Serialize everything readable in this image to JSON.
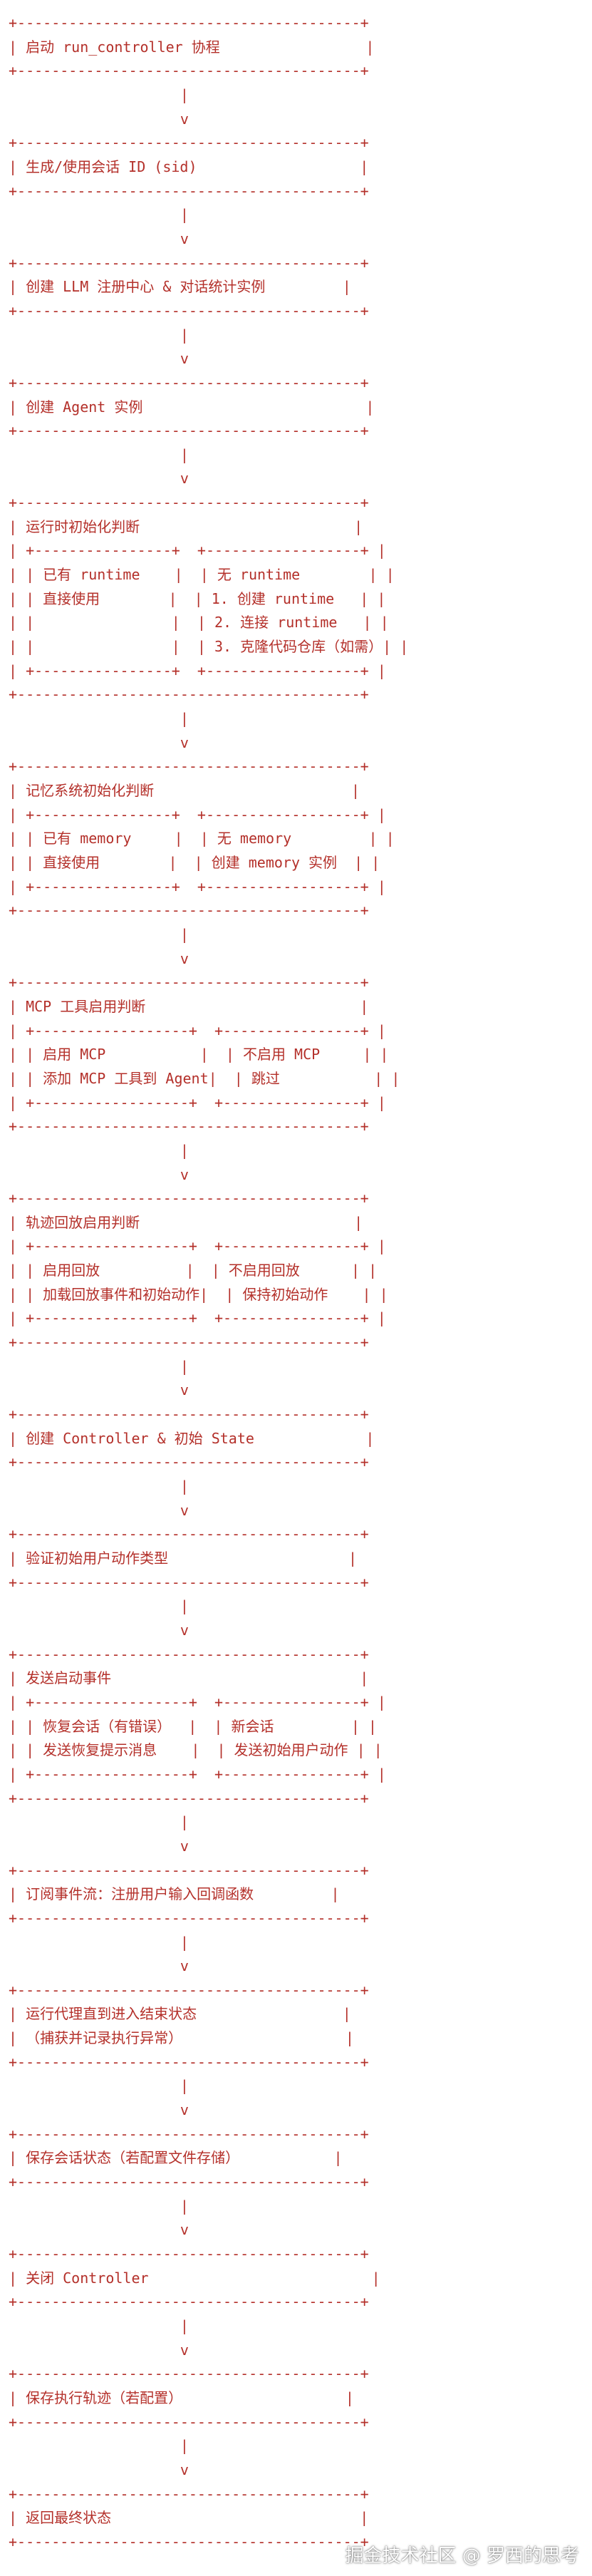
{
  "diagram_lines": [
    "+----------------------------------------+",
    "| 启动 run_controller 协程                 |",
    "+----------------------------------------+",
    "                    |",
    "                    v",
    "+----------------------------------------+",
    "| 生成/使用会话 ID (sid)                   |",
    "+----------------------------------------+",
    "                    |",
    "                    v",
    "+----------------------------------------+",
    "| 创建 LLM 注册中心 & 对话统计实例         |",
    "+----------------------------------------+",
    "                    |",
    "                    v",
    "+----------------------------------------+",
    "| 创建 Agent 实例                          |",
    "+----------------------------------------+",
    "                    |",
    "                    v",
    "+----------------------------------------+",
    "| 运行时初始化判断                         |",
    "| +----------------+  +------------------+ |",
    "| | 已有 runtime    |  | 无 runtime        | |",
    "| | 直接使用        |  | 1. 创建 runtime   | |",
    "| |                |  | 2. 连接 runtime   | |",
    "| |                |  | 3. 克隆代码仓库（如需）| |",
    "| +----------------+  +------------------+ |",
    "+----------------------------------------+",
    "                    |",
    "                    v",
    "+----------------------------------------+",
    "| 记忆系统初始化判断                       |",
    "| +----------------+  +------------------+ |",
    "| | 已有 memory     |  | 无 memory         | |",
    "| | 直接使用        |  | 创建 memory 实例  | |",
    "| +----------------+  +------------------+ |",
    "+----------------------------------------+",
    "                    |",
    "                    v",
    "+----------------------------------------+",
    "| MCP 工具启用判断                         |",
    "| +------------------+  +----------------+ |",
    "| | 启用 MCP           |  | 不启用 MCP     | |",
    "| | 添加 MCP 工具到 Agent|  | 跳过           | |",
    "| +------------------+  +----------------+ |",
    "+----------------------------------------+",
    "                    |",
    "                    v",
    "+----------------------------------------+",
    "| 轨迹回放启用判断                         |",
    "| +------------------+  +----------------+ |",
    "| | 启用回放          |  | 不启用回放      | |",
    "| | 加载回放事件和初始动作|  | 保持初始动作    | |",
    "| +------------------+  +----------------+ |",
    "+----------------------------------------+",
    "                    |",
    "                    v",
    "+----------------------------------------+",
    "| 创建 Controller & 初始 State             |",
    "+----------------------------------------+",
    "                    |",
    "                    v",
    "+----------------------------------------+",
    "| 验证初始用户动作类型                     |",
    "+----------------------------------------+",
    "                    |",
    "                    v",
    "+----------------------------------------+",
    "| 发送启动事件                             |",
    "| +------------------+  +----------------+ |",
    "| | 恢复会话（有错误）  |  | 新会话         | |",
    "| | 发送恢复提示消息    |  | 发送初始用户动作 | |",
    "| +------------------+  +----------------+ |",
    "+----------------------------------------+",
    "                    |",
    "                    v",
    "+----------------------------------------+",
    "| 订阅事件流：注册用户输入回调函数         |",
    "+----------------------------------------+",
    "                    |",
    "                    v",
    "+----------------------------------------+",
    "| 运行代理直到进入结束状态                 |",
    "| （捕获并记录执行异常）                   |",
    "+----------------------------------------+",
    "                    |",
    "                    v",
    "+----------------------------------------+",
    "| 保存会话状态（若配置文件存储）           |",
    "+----------------------------------------+",
    "                    |",
    "                    v",
    "+----------------------------------------+",
    "| 关闭 Controller                          |",
    "+----------------------------------------+",
    "                    |",
    "                    v",
    "+----------------------------------------+",
    "| 保存执行轨迹（若配置）                   |",
    "+----------------------------------------+",
    "                    |",
    "                    v",
    "+----------------------------------------+",
    "| 返回最终状态                             |",
    "+----------------------------------------+"
  ],
  "watermark": "掘金技术社区 @ 罗西的思考",
  "colors": {
    "text": "#b4302a",
    "background": "#ffffff"
  }
}
